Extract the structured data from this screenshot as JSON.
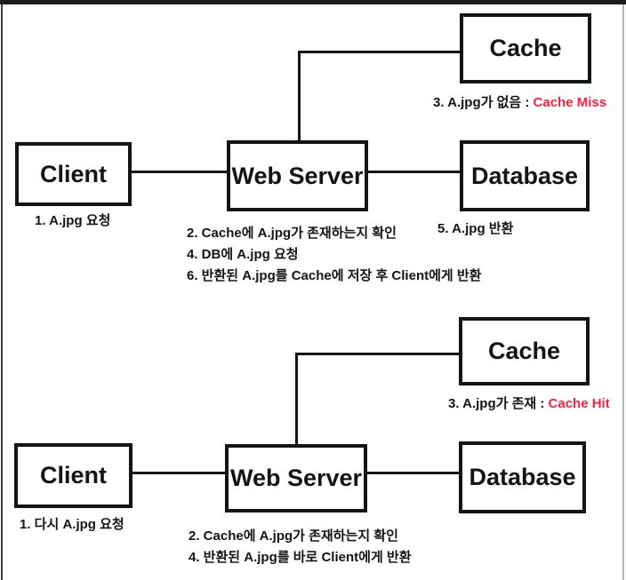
{
  "window": {
    "top_bar_color": "#1c1c1c",
    "left_border_color": "#3f3f3f",
    "right_border_color": "#b5b5b5",
    "background": "#ffffff"
  },
  "colors": {
    "ink": "#141414",
    "line": "#141414",
    "highlight": "#fa2040"
  },
  "diagrams": [
    {
      "id": "cache-miss-flow",
      "nodes": {
        "client": "Client",
        "web_server": "Web Server",
        "cache": "Cache",
        "database": "Database"
      },
      "captions": {
        "cache_status_prefix": "3. A.jpg가 없음 : ",
        "cache_status_highlight": "Cache Miss",
        "client_step": "1. A.jpg 요청",
        "server_steps": [
          "2. Cache에 A.jpg가 존재하는지 확인",
          "4. DB에 A.jpg 요청",
          "6. 반환된 A.jpg를 Cache에 저장 후 Client에게 반환"
        ],
        "database_step": "5. A.jpg 반환"
      }
    },
    {
      "id": "cache-hit-flow",
      "nodes": {
        "client": "Client",
        "web_server": "Web Server",
        "cache": "Cache",
        "database": "Database"
      },
      "captions": {
        "cache_status_prefix": "3. A.jpg가 존재 : ",
        "cache_status_highlight": "Cache Hit",
        "client_step": "1. 다시 A.jpg 요청",
        "server_steps": [
          "2. Cache에 A.jpg가 존재하는지 확인",
          "4. 반환된 A.jpg를 바로 Client에게 반환"
        ]
      }
    }
  ]
}
